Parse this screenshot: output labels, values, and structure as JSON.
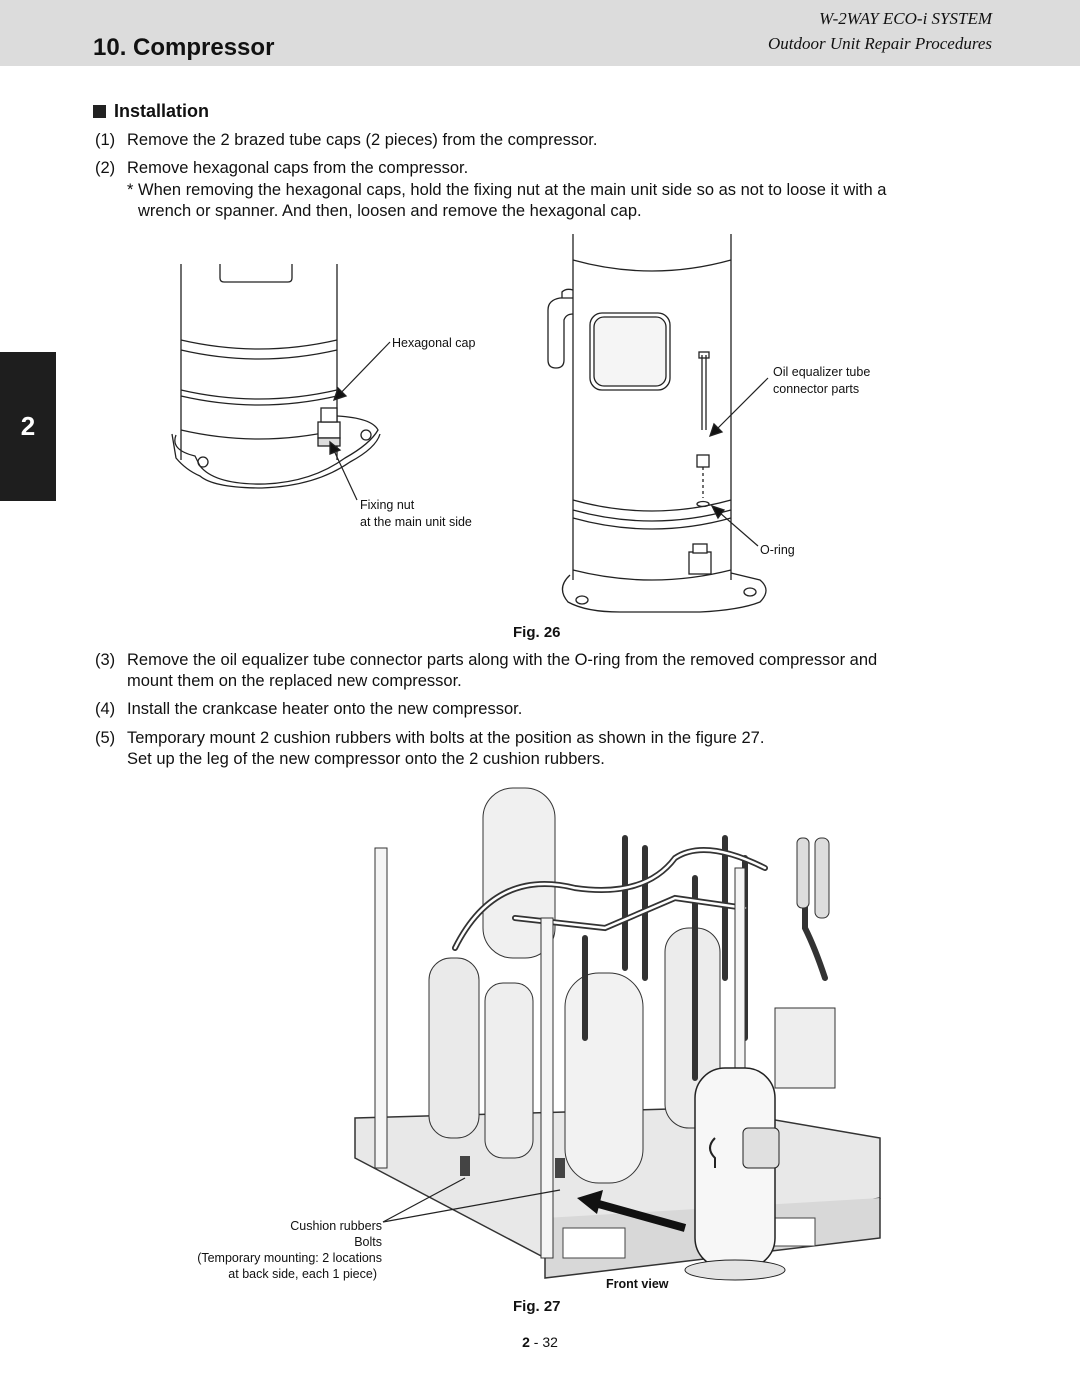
{
  "header": {
    "title": "10. Compressor",
    "system": "W-2WAY ECO-i SYSTEM",
    "subtitle": "Outdoor Unit Repair Procedures"
  },
  "side_tab": "2",
  "section": {
    "title": "Installation"
  },
  "steps": {
    "s1": {
      "num": "(1)",
      "text": "Remove the 2 brazed tube caps (2 pieces) from the compressor."
    },
    "s2": {
      "num": "(2)",
      "text": "Remove hexagonal caps from the compressor."
    },
    "s2_note_1": "* When removing the hexagonal caps, hold the fixing nut at the main unit side so as not to loose it with a",
    "s2_note_2": "wrench or spanner. And then, loosen and remove the hexagonal cap.",
    "s3": {
      "num": "(3)",
      "line1": "Remove the oil equalizer tube connector parts along with the O-ring from the removed compressor and",
      "line2": "mount them on the replaced new compressor."
    },
    "s4": {
      "num": "(4)",
      "text": "Install the crankcase heater onto the new compressor."
    },
    "s5": {
      "num": "(5)",
      "line1": "Temporary mount 2 cushion rubbers with bolts at the position as shown in the figure 27.",
      "line2": "Set up the leg of the new compressor onto the 2 cushion rubbers."
    }
  },
  "fig26": {
    "caption": "Fig. 26",
    "labels": {
      "hex_cap": "Hexagonal cap",
      "oil_tube_1": "Oil equalizer tube",
      "oil_tube_2": "connector parts",
      "fixing_nut_1": "Fixing nut",
      "fixing_nut_2": "at the main unit side",
      "oring": "O-ring"
    }
  },
  "fig27": {
    "caption": "Fig. 27",
    "labels": {
      "cushion": "Cushion rubbers",
      "bolts": "Bolts",
      "temp1": "(Temporary mounting: 2 locations",
      "temp2": "at back side, each 1 piece)",
      "front_view": "Front view"
    }
  },
  "footer": {
    "chapter": "2",
    "dash": " - ",
    "page": "32"
  }
}
